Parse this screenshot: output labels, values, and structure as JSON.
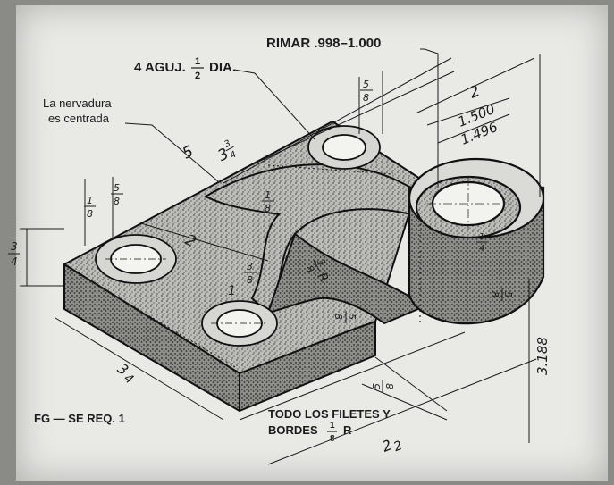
{
  "notes": {
    "ream": "RIMAR .998–1.000",
    "holes_prefix": "4 AGUJ.",
    "holes_num": "1",
    "holes_den": "2",
    "holes_suffix": "DIA.",
    "rib_line1": "La nervadura",
    "rib_line2": "es centrada",
    "fillets_line1": "TODO LOS FILETES Y",
    "fillets_line2": "BORDES",
    "fillets_num": "1",
    "fillets_den": "8",
    "fillets_suffix": "R",
    "figure_id": "FG — SE REQ. 1"
  },
  "dimensions": {
    "d_5": "5",
    "d_3_3_4_whole": "3",
    "d_3_3_4_num": "3",
    "d_3_3_4_den": "4",
    "d_5_8_top_num": "5",
    "d_5_8_top_den": "8",
    "d_2_top": "2",
    "d_1500": "1.500",
    "d_1496": "1.496",
    "d_5_8_left_num": "5",
    "d_5_8_left_den": "8",
    "d_1_8_left_num": "1",
    "d_1_8_left_den": "8",
    "d_3_4_left_num": "3",
    "d_3_4_left_den": "4",
    "d_2_mid": "2",
    "d_3_8_mid_num": "3",
    "d_3_8_mid_den": "8",
    "d_1_mid": "1",
    "d_3_8R_num": "3",
    "d_3_8R_den": "8",
    "d_3_8R_suffix": "R",
    "d_5_8_rib_num": "5",
    "d_5_8_rib_den": "8",
    "d_1_8_rib_num": "1",
    "d_1_8_rib_den": "8",
    "d_1_4_boss_num": "1",
    "d_1_4_boss_den": "4",
    "d_5_8_boss_num": "5",
    "d_5_8_boss_den": "8",
    "d_3188": "3.188",
    "d_3_4_bottom_whole": "3",
    "d_3_4_bottom_frac": "4",
    "d_2_1_2_whole": "2",
    "d_2_1_2_frac": "2",
    "d_5_8_right_num": "5",
    "d_5_8_right_den": "8"
  }
}
